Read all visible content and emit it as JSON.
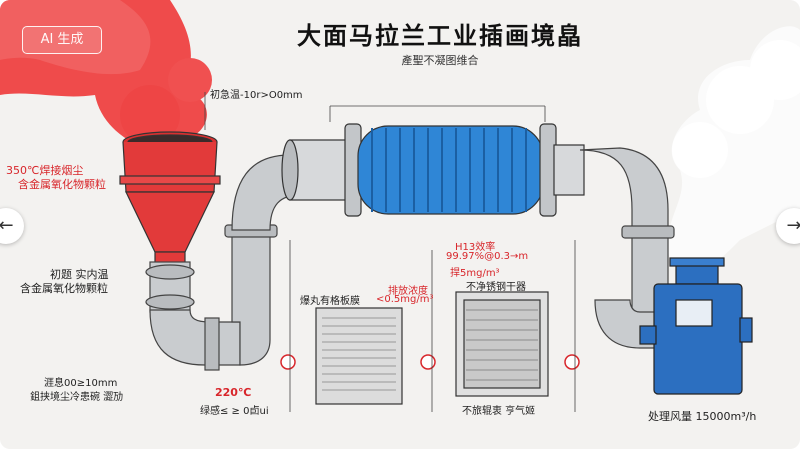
{
  "badge": "AI 生成",
  "title": "大面马拉兰工业插画境皛",
  "subtitle": "產聖不凝图维合",
  "labels": {
    "top_temp": "初急温-10r>O0mm",
    "input_red_line1": "350℃焊接烟尘",
    "input_red_line2": "含金属氧化物颗粒",
    "mid_left_line1": "初题 实内温",
    "mid_left_line2": "含金属氧化物颗粒",
    "bottom_left_line1": "涯息00≥10mm",
    "bottom_left_line2": "鉏挟境尘冷患碗 澀劢",
    "temp_220": "220℃",
    "bottom_center": "绿感≤ ≥ 0卣ui",
    "filter1_title": "爆丸有格板膜",
    "emission_title": "排放浓度",
    "emission_value": "<0.5mg/m³",
    "h13_line1": "H13效率",
    "h13_line2": "99.97%@0.3→m",
    "h13_line3": "捍5mg/m³",
    "stainless": "不净锈钢干器",
    "filter2_bottom": "不旅辊衷 亨气姬",
    "airflow": "处理风量  15000m³/h"
  },
  "nav": {
    "prev": "←",
    "next": "→"
  },
  "colors": {
    "smoke_red": "#ef4b4b",
    "hopper_red": "#e23a3a",
    "duct_blue": "#2f86d6",
    "box_blue": "#2c6fc0",
    "pipe_gray": "#c9cccf"
  }
}
